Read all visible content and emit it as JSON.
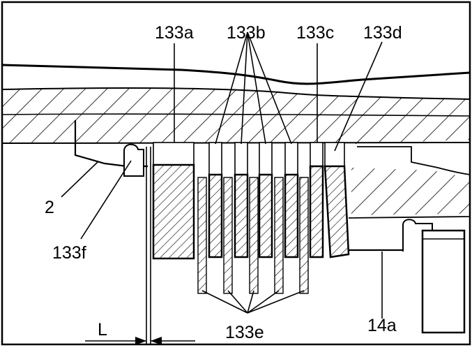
{
  "figure": {
    "labels": {
      "label_133a": "133a",
      "label_133b": "133b",
      "label_133c": "133c",
      "label_133d": "133d",
      "label_2": "2",
      "label_133f": "133f",
      "label_14a": "14a",
      "label_L": "L",
      "label_133e": "133e"
    },
    "line_color": "#000000",
    "background_color": "#ffffff"
  }
}
